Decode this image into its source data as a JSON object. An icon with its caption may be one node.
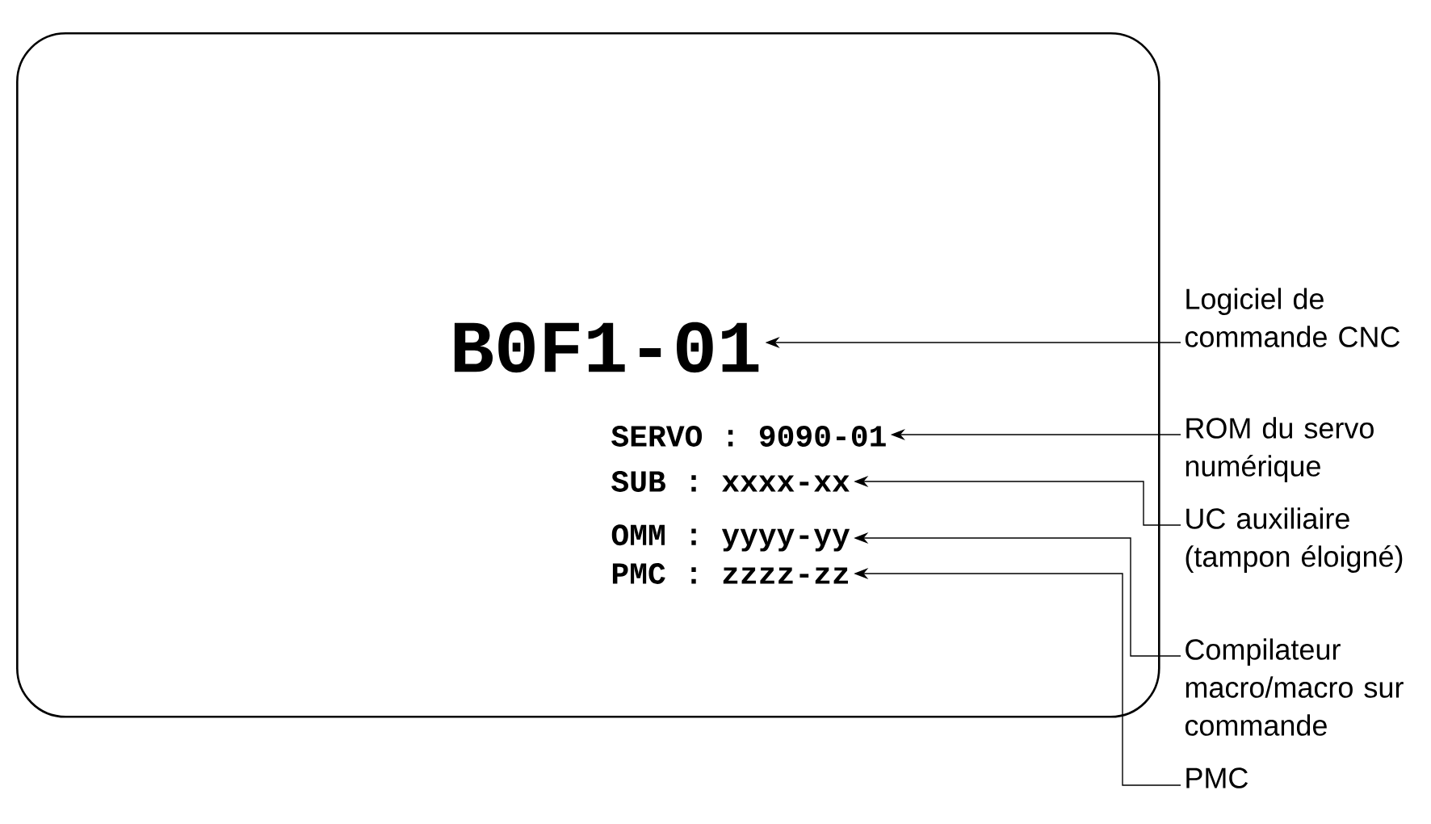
{
  "diagram": {
    "nodes": [
      {
        "text": [],
        "shape": "box"
      },
      {
        "text": [
          "B0F1-01"
        ],
        "in": 0
      },
      {
        "text": [
          "SERVO : 9090-01"
        ],
        "in": 0
      },
      {
        "text": [
          "SUB : xxxx-xx"
        ],
        "in": 0
      },
      {
        "text": [
          "OMM : yyyy-yy"
        ],
        "in": 0
      },
      {
        "text": [
          "PMC : zzzz-zz"
        ],
        "in": 0
      },
      {
        "text": [
          "Logiciel de commande CNC"
        ]
      },
      {
        "text": [
          "ROM du servo numérique"
        ]
      },
      {
        "text": [
          "UC auxiliaire (tampon éloigné)"
        ]
      },
      {
        "text": [
          "Compilateur macro/macro sur commande"
        ]
      },
      {
        "text": [
          "PMC"
        ]
      }
    ],
    "edges": [
      {
        "from": 6,
        "to": 1,
        "arrow": "to"
      },
      {
        "from": 7,
        "to": 2,
        "arrow": "to"
      },
      {
        "from": 8,
        "to": 3,
        "arrow": "to"
      },
      {
        "from": 9,
        "to": 4,
        "arrow": "to"
      },
      {
        "from": 10,
        "to": 5,
        "arrow": "to"
      }
    ]
  }
}
